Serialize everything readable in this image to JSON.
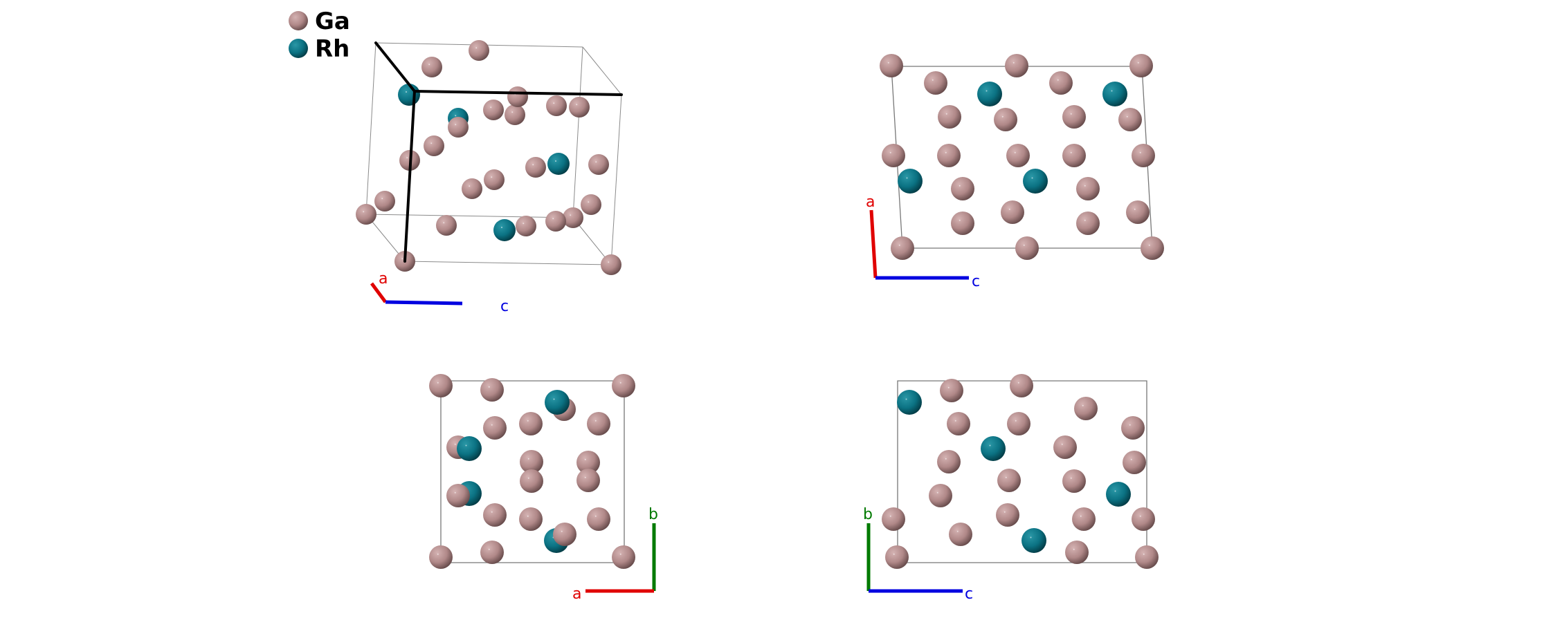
{
  "legend": [
    {
      "element": "Ga",
      "color": "#b08888"
    },
    {
      "element": "Rh",
      "color": "#0b7283"
    }
  ],
  "views": [
    {
      "name": "perspective",
      "axes": [
        "a",
        "c"
      ]
    },
    {
      "name": "view-b",
      "axes": [
        "a",
        "c"
      ]
    },
    {
      "name": "view-c",
      "axes": [
        "b",
        "a"
      ]
    },
    {
      "name": "view-a",
      "axes": [
        "b",
        "c"
      ]
    }
  ],
  "axis_colors": {
    "a": "#e00000",
    "b": "#007a00",
    "c": "#0000e0"
  }
}
